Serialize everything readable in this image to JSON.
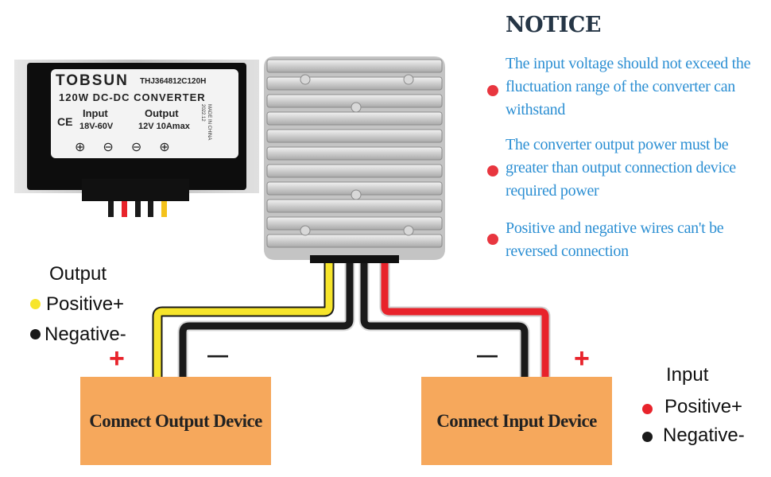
{
  "notice": {
    "title": "NOTICE",
    "items": [
      "The input voltage  should not exceed the fluctuation range of the converter can withstand",
      "The converter output power must be greater than output connection device required power",
      "Positive and negative wires can't be reversed connection"
    ]
  },
  "converter_label": {
    "brand": "TOBSUN",
    "model": "THJ364812C120H",
    "title": "120W DC-DC CONVERTER",
    "ce_mark": "CE",
    "input_heading": "Input",
    "input_value": "18V-60V",
    "output_heading": "Output",
    "output_value": "12V 10Amax",
    "terminals": [
      "⊕",
      "⊖",
      "⊖",
      "⊕"
    ],
    "made_in": "MADE IN CHINA",
    "date_code": "2022.12"
  },
  "output_legend": {
    "heading": "Output",
    "positive": "Positive+",
    "negative": "Negative-"
  },
  "input_legend": {
    "heading": "Input",
    "positive": "Positive+",
    "negative": "Negative-"
  },
  "output_device": {
    "label": "Connect Output Device",
    "plus_sign": "+",
    "minus_sign": "—"
  },
  "input_device": {
    "label": "Connect Input Device",
    "plus_sign": "+",
    "minus_sign": "—"
  },
  "colors": {
    "output_positive_wire": "#f7e52b",
    "negative_wire": "#1a1a1a",
    "input_positive_wire": "#e8232b",
    "device_box": "#f6a85c",
    "notice_text": "#2c8fd3",
    "notice_title": "#263646",
    "bullet": "#e8363f"
  }
}
